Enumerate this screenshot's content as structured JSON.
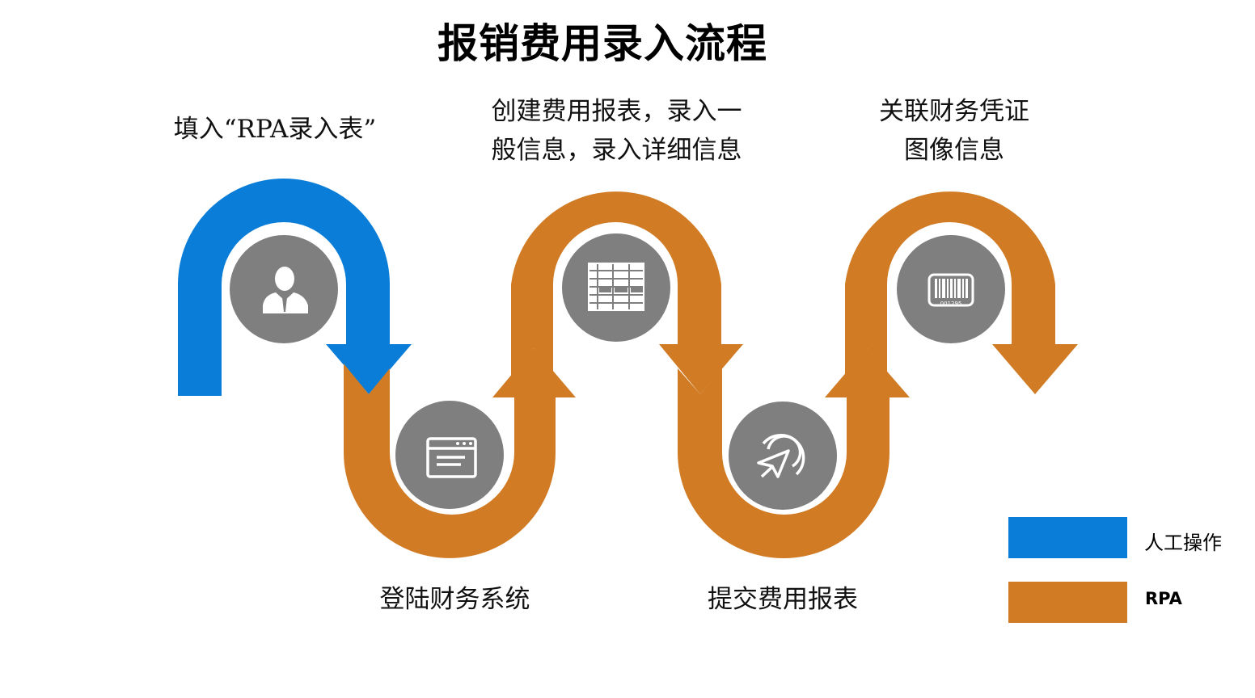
{
  "title": "报销费用录入流程",
  "colors": {
    "manual": "#0A7DD8",
    "rpa": "#D17B24",
    "icon_circle": "#7F7F7F",
    "icon": "#FFFFFF"
  },
  "steps": [
    {
      "label": "填入“RPA录入表”",
      "icon": "person-icon",
      "type": "manual"
    },
    {
      "label": "登陆财务系统",
      "icon": "browser-window-icon",
      "type": "rpa"
    },
    {
      "label": "创建费用报表，录入一\n般信息，录入详细信息",
      "icon": "table-icon",
      "type": "rpa"
    },
    {
      "label": "提交费用报表",
      "icon": "cursor-click-icon",
      "type": "rpa"
    },
    {
      "label": "关联财务凭证\n图像信息",
      "icon": "barcode-icon",
      "type": "rpa"
    }
  ],
  "barcode_number": "001295",
  "legend": [
    {
      "label": "人工操作",
      "type": "manual"
    },
    {
      "label": "RPA",
      "type": "rpa"
    }
  ]
}
